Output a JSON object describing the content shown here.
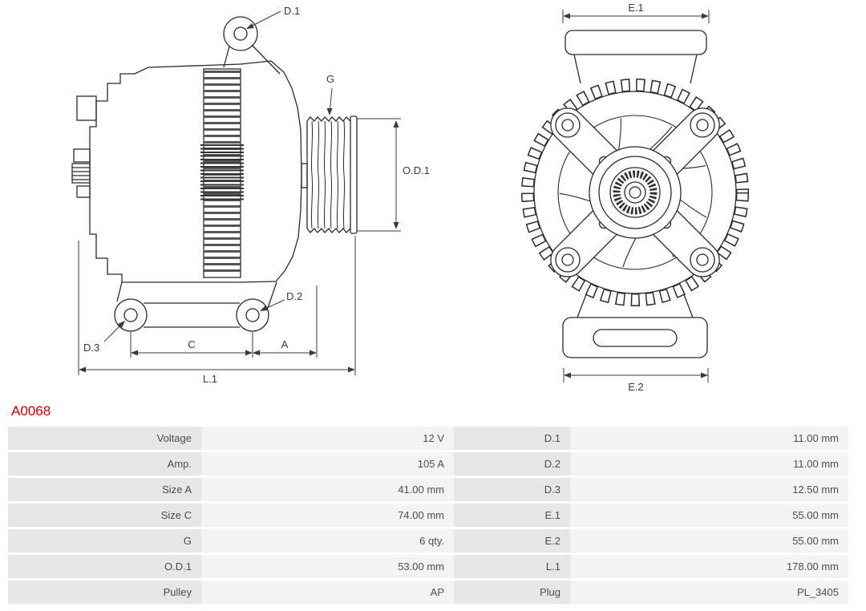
{
  "part_number": "A0068",
  "colors": {
    "part_number_text": "#cc0000",
    "label_cell_bg": "#e6e6e6",
    "value_cell_bg": "#f3f3f3",
    "line_art": "#2a2a2a",
    "table_text": "#4d4d4d"
  },
  "diagram": {
    "side_view": {
      "d1": "D.1",
      "g": "G",
      "od1": "O.D.1",
      "d2": "D.2",
      "d3": "D.3",
      "c": "C",
      "a": "A",
      "l1": "L.1"
    },
    "front_view": {
      "e1": "E.1",
      "e2": "E.2"
    }
  },
  "specs": {
    "rows": [
      {
        "c0": "Voltage",
        "c1": "12 V",
        "c2": "D.1",
        "c3": "11.00 mm"
      },
      {
        "c0": "Amp.",
        "c1": "105 A",
        "c2": "D.2",
        "c3": "11.00 mm"
      },
      {
        "c0": "Size A",
        "c1": "41.00 mm",
        "c2": "D.3",
        "c3": "12.50 mm"
      },
      {
        "c0": "Size C",
        "c1": "74.00 mm",
        "c2": "E.1",
        "c3": "55.00 mm"
      },
      {
        "c0": "G",
        "c1": "6 qty.",
        "c2": "E.2",
        "c3": "55.00 mm"
      },
      {
        "c0": "O.D.1",
        "c1": "53.00 mm",
        "c2": "L.1",
        "c3": "178.00 mm"
      },
      {
        "c0": "Pulley",
        "c1": "AP",
        "c2": "Plug",
        "c3": "PL_3405"
      }
    ]
  }
}
